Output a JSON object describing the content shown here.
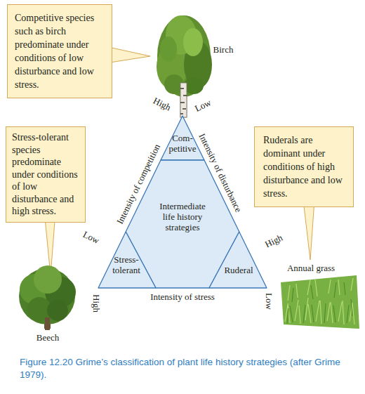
{
  "diagram": {
    "caption": "Figure 12.20 Grime’s classification of plant life history strategies (after Grime 1979).",
    "nodes": [
      {
        "text": [
          "Competitive species such as birch predominate under conditions of low disturbance and low stress."
        ]
      },
      {
        "text": [
          "Stress-tolerant species predominate under conditions of low disturbance and high stress."
        ]
      },
      {
        "text": [
          "Ruderals are dominant under conditions of high disturbance and low stress."
        ]
      },
      {
        "text": [
          "Com- petitive"
        ]
      },
      {
        "text": [
          "Intermediate life history strategies"
        ]
      },
      {
        "text": [
          "Stress- tolerant"
        ]
      },
      {
        "text": [
          "Ruderal"
        ]
      }
    ],
    "labels": [
      "Birch",
      "High",
      "Low",
      "Intensity of competition",
      "Intensity of disturbance",
      "Low",
      "High",
      "Annual grass",
      "High",
      "Intensity of stress",
      "Low",
      "Beech"
    ]
  }
}
